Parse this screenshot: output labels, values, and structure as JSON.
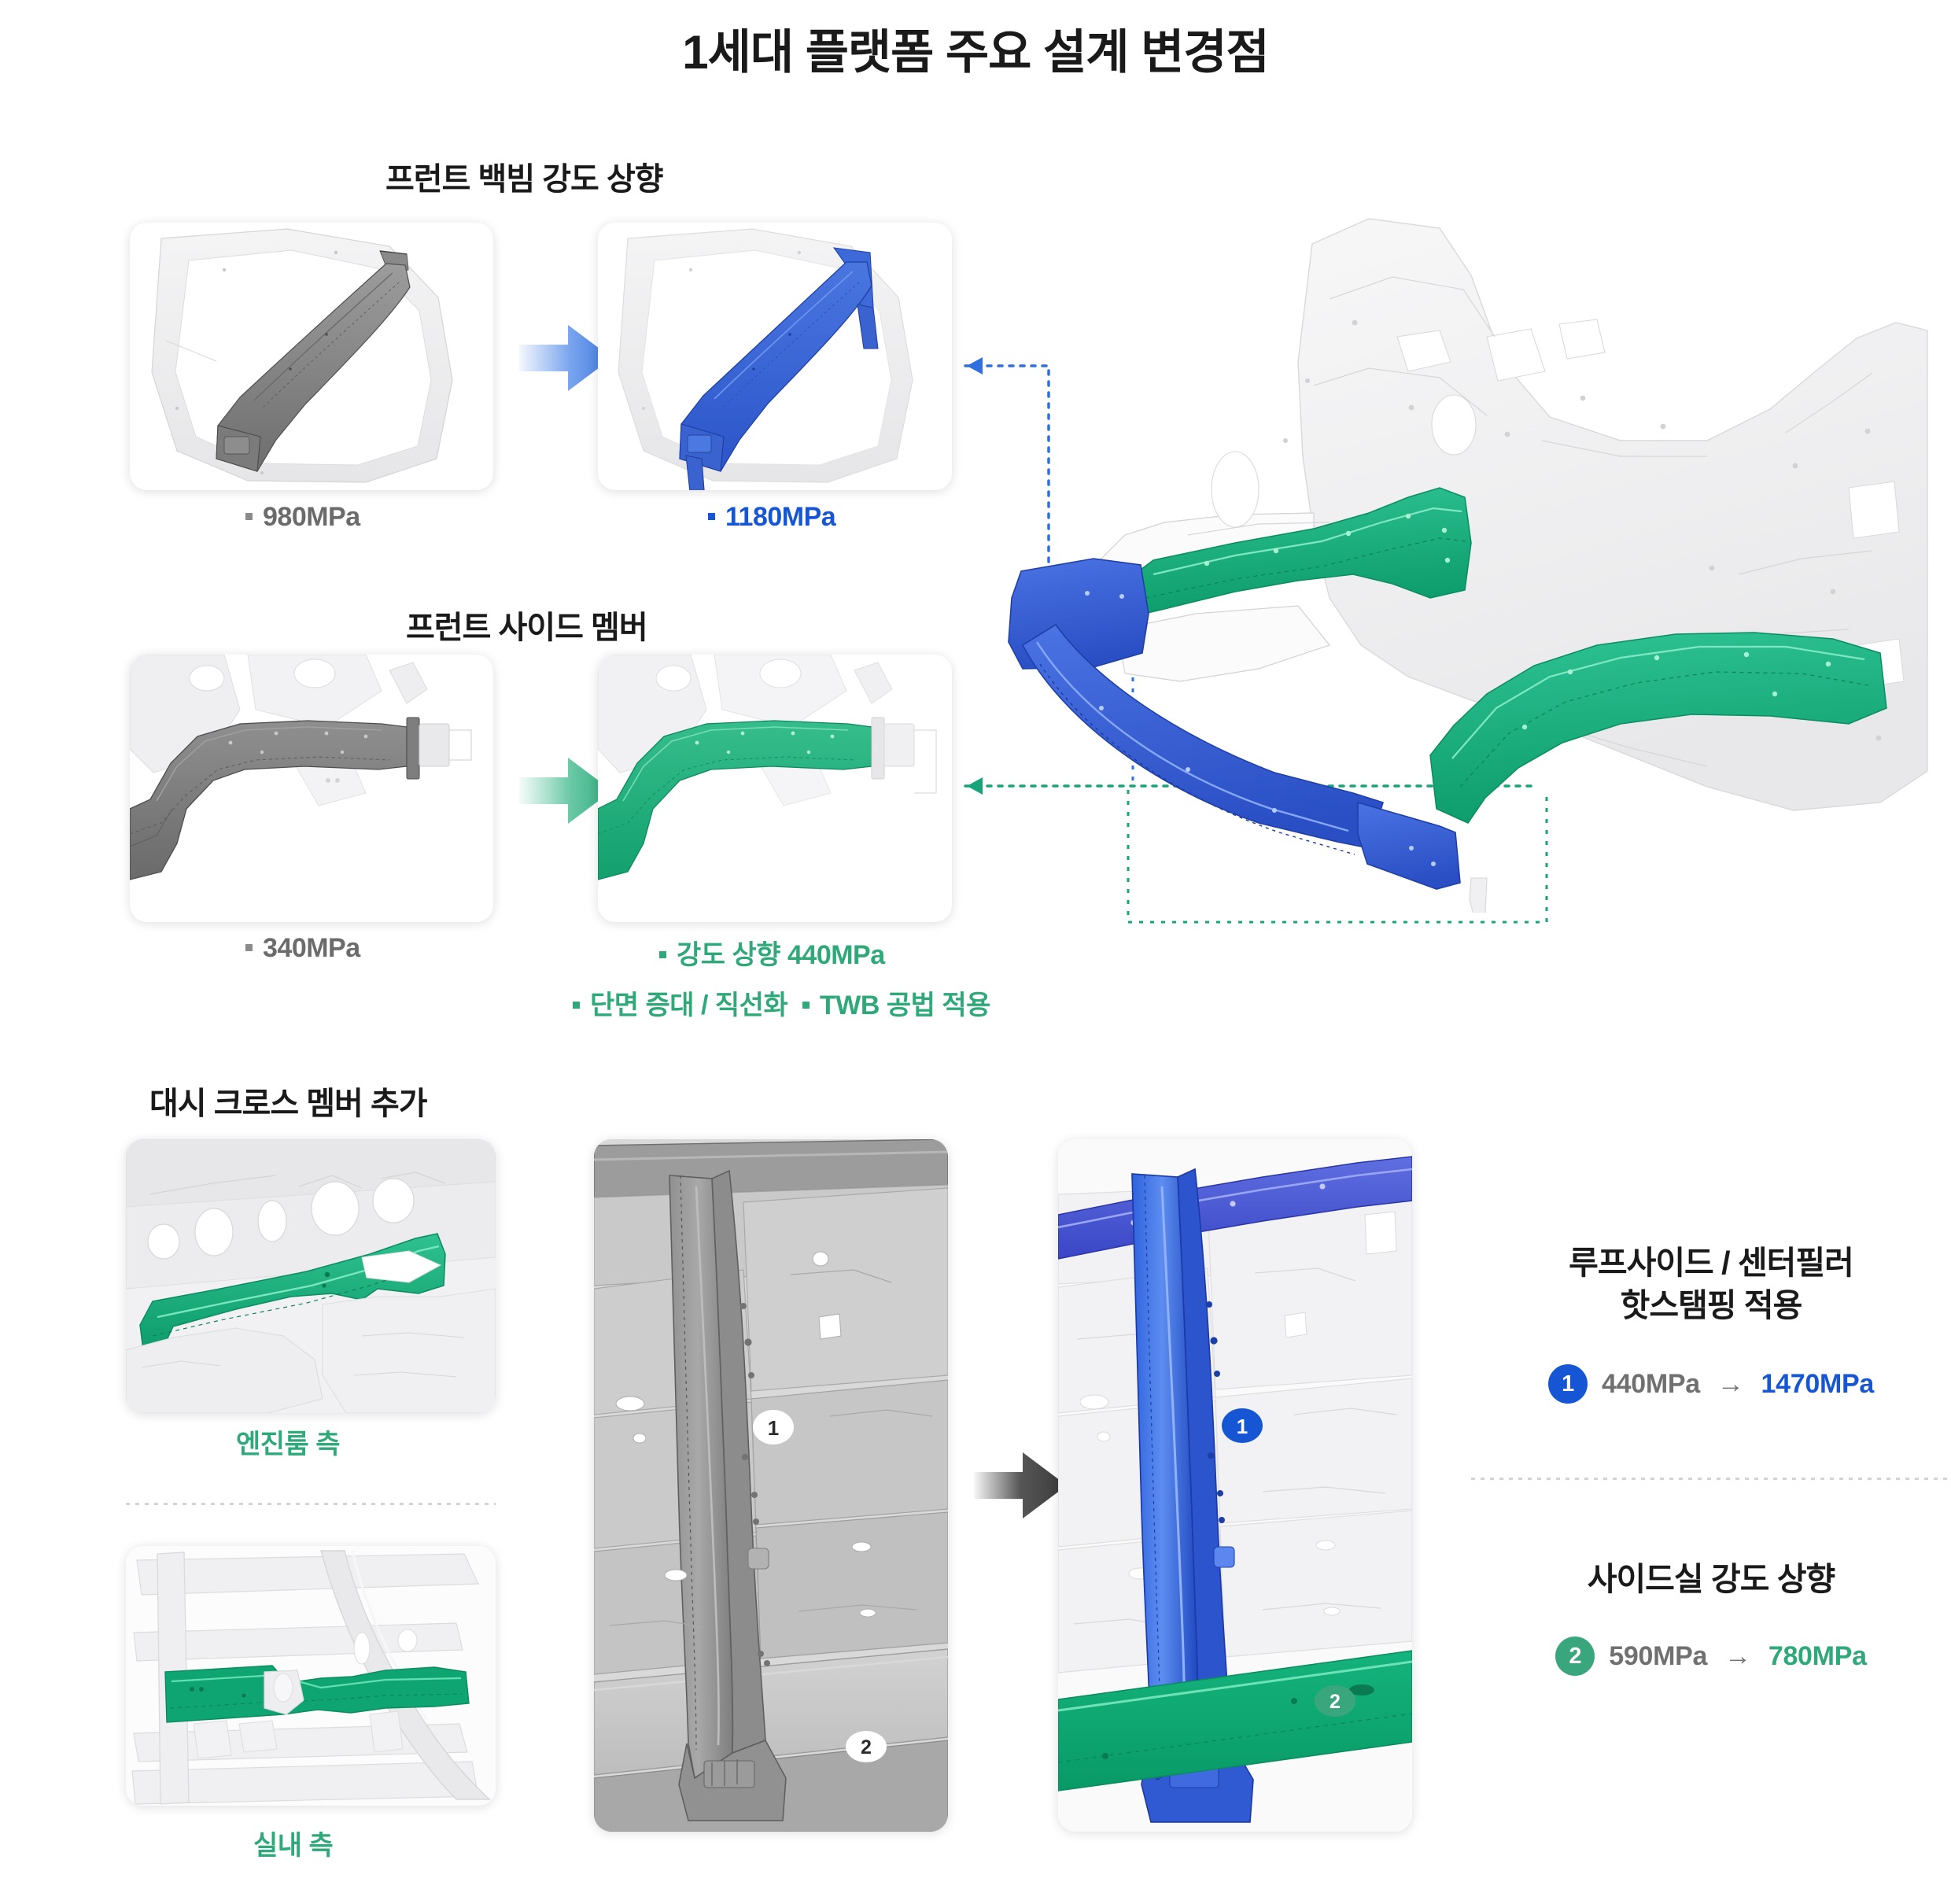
{
  "page": {
    "title": "1세대 플랫폼 주요 설계 변경점"
  },
  "colors": {
    "blue": "#1656d4",
    "green": "#2fa87a",
    "gray": "#6b6b6b",
    "dark": "#1a1a1a"
  },
  "sections": {
    "front_back_beam": {
      "heading": "프런트 백빔 강도 상향",
      "before_caption": "980MPa",
      "after_caption": "1180MPa"
    },
    "front_side_member": {
      "heading": "프런트 사이드 멤버",
      "before_caption": "340MPa",
      "after_caption_1": "강도 상향 440MPa",
      "after_caption_2": "단면 증대 / 직선화",
      "after_caption_3": "TWB 공법 적용"
    },
    "dash_cross_member": {
      "heading": "대시 크로스 멤버 추가",
      "caption_top": "엔진룸 측",
      "caption_bottom": "실내 측"
    }
  },
  "markers": {
    "one": "1",
    "two": "2"
  },
  "legend": [
    {
      "title_line1": "루프사이드 / 센터필러",
      "title_line2": "핫스탬핑 적용",
      "badge": "1",
      "old_value": "440MPa",
      "arrow": "→",
      "new_value": "1470MPa"
    },
    {
      "title_line1": "사이드실 강도 상향",
      "title_line2": "",
      "badge": "2",
      "old_value": "590MPa",
      "arrow": "→",
      "new_value": "780MPa"
    }
  ]
}
